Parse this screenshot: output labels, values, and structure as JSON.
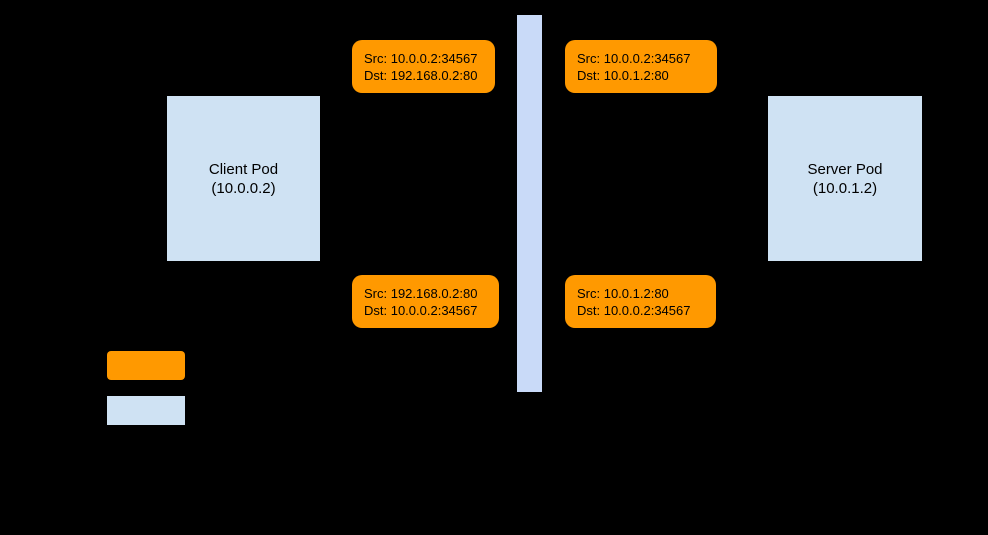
{
  "colors": {
    "background": "#000000",
    "pod_fill": "#cfe2f3",
    "bar_fill": "#c9daf8",
    "packet_fill": "#ff9900",
    "text": "#000000"
  },
  "nodes": {
    "client_pod": {
      "line1": "Client Pod",
      "line2": "(10.0.0.2)"
    },
    "server_pod": {
      "line1": "Server Pod",
      "line2": "(10.0.1.2)"
    }
  },
  "packets": {
    "top_left": {
      "src": "Src: 10.0.0.2:34567",
      "dst": "Dst: 192.168.0.2:80"
    },
    "top_right": {
      "src": "Src: 10.0.0.2:34567",
      "dst": "Dst: 10.0.1.2:80"
    },
    "bottom_left": {
      "src": "Src: 192.168.0.2:80",
      "dst": "Dst: 10.0.0.2:34567"
    },
    "bottom_right": {
      "src": "Src: 10.0.1.2:80",
      "dst": "Dst: 10.0.0.2:34567"
    }
  },
  "legend": {
    "packet_swatch_color": "#ff9900",
    "pod_swatch_color": "#cfe2f3"
  }
}
